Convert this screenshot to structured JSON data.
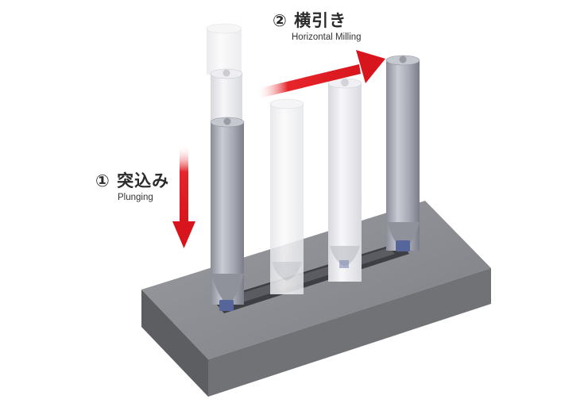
{
  "labels": {
    "plunging": {
      "main": "① 突込み",
      "sub": "Plunging"
    },
    "horizontal": {
      "main": "② 横引き",
      "sub": "Horizontal Milling"
    }
  },
  "colors": {
    "arrow_red": "#d8141c",
    "workpiece_top": "#8c8e93",
    "workpiece_front": "#6f7176",
    "workpiece_side": "#5d5f63",
    "tool_body": "#a9acb6",
    "tool_ghost": "#eeeeF2",
    "insert": "#5a6a9a"
  }
}
